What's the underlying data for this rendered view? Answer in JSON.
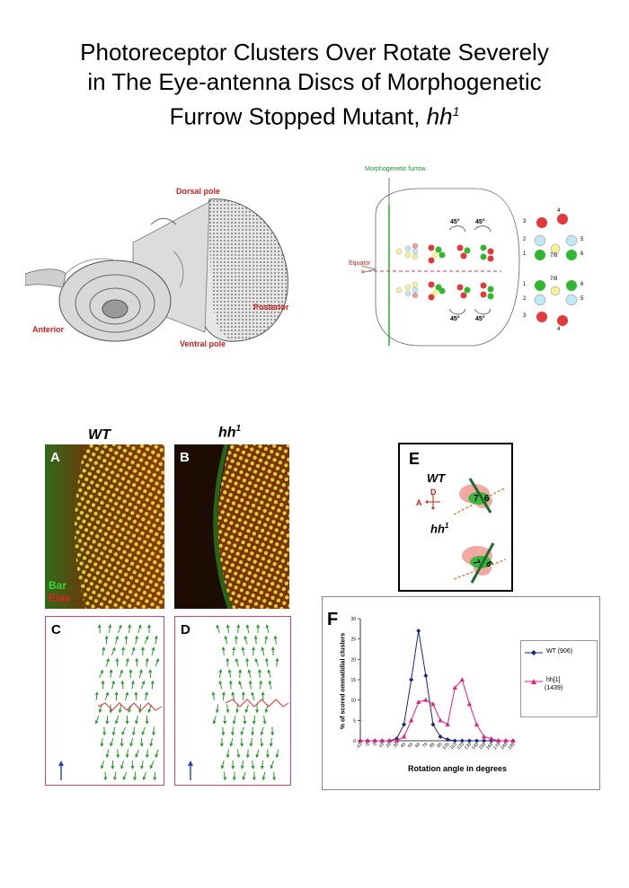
{
  "title": {
    "line1": "Photoreceptor Clusters Over Rotate Severely",
    "line2": "in The Eye-antenna Discs of Morphogenetic",
    "line3_prefix": "Furrow Stopped Mutant, ",
    "line3_gene": "hh",
    "line3_sup": "1"
  },
  "disc_figure": {
    "dorsal": "Dorsal pole",
    "ventral": "Ventral pole",
    "anterior": "Anterior",
    "posterior": "Posterior"
  },
  "schematic": {
    "furrow": "Morphogenetic furrow",
    "equator": "Equator",
    "angle1": "45°",
    "angle2": "45°",
    "angle3": "45°",
    "angle4": "45°",
    "top_nums": [
      "3",
      "4",
      "2",
      "5",
      "1",
      "7/8",
      "6"
    ],
    "bot_nums": [
      "1",
      "7/8",
      "6",
      "2",
      "5",
      "3",
      "4"
    ]
  },
  "panels": {
    "wt_head": "WT",
    "hh_head": "hh",
    "hh_sup": "1",
    "A": "A",
    "B": "B",
    "C": "C",
    "D": "D",
    "bar": "Bar",
    "elav": "Elav"
  },
  "panel_e": {
    "letter": "E",
    "wt": "WT",
    "hh": "hh",
    "hh_sup": "1",
    "d": "D",
    "a": "A",
    "seven": "7",
    "six": "6"
  },
  "chart_data": {
    "type": "line",
    "panel_letter": "F",
    "x": [
      -15,
      -5,
      5,
      15,
      25,
      35,
      45,
      55,
      65,
      75,
      85,
      95,
      105,
      115,
      125,
      135,
      145,
      155,
      165,
      175,
      185,
      195
    ],
    "x_tick_labels": [
      "-15",
      "-5",
      "5",
      "15",
      "25",
      "35",
      "45",
      "55",
      "65",
      "75",
      "85",
      "95",
      "105",
      "115",
      "125",
      "135",
      "145",
      "155",
      "165",
      "175",
      "185",
      "195"
    ],
    "series": [
      {
        "name": "WT (906)",
        "color": "#1a237e",
        "marker": "diamond",
        "values": [
          0,
          0,
          0,
          0,
          0,
          0.5,
          4,
          15,
          27,
          16,
          4,
          1,
          0.3,
          0,
          0,
          0,
          0,
          0,
          0,
          0,
          0,
          0
        ]
      },
      {
        "name": "hh[1] (1439)",
        "color": "#e0207a",
        "marker": "triangle",
        "values": [
          0,
          0,
          0,
          0,
          0,
          0,
          1,
          5,
          9.5,
          10,
          9,
          5,
          4,
          13,
          15,
          9,
          4,
          1,
          0.5,
          0,
          0,
          0
        ]
      }
    ],
    "legend_lines": [
      [
        "WT (906)"
      ],
      [
        "hh[1]",
        "(1439)"
      ]
    ],
    "ylim": [
      0,
      30
    ],
    "y_ticks": [
      "0",
      "5",
      "10",
      "15",
      "20",
      "25",
      "30"
    ],
    "xlabel": "Rotation angle in degrees",
    "ylabel": "% of scored ommatidial clusters",
    "grid": false,
    "legend": "right"
  }
}
